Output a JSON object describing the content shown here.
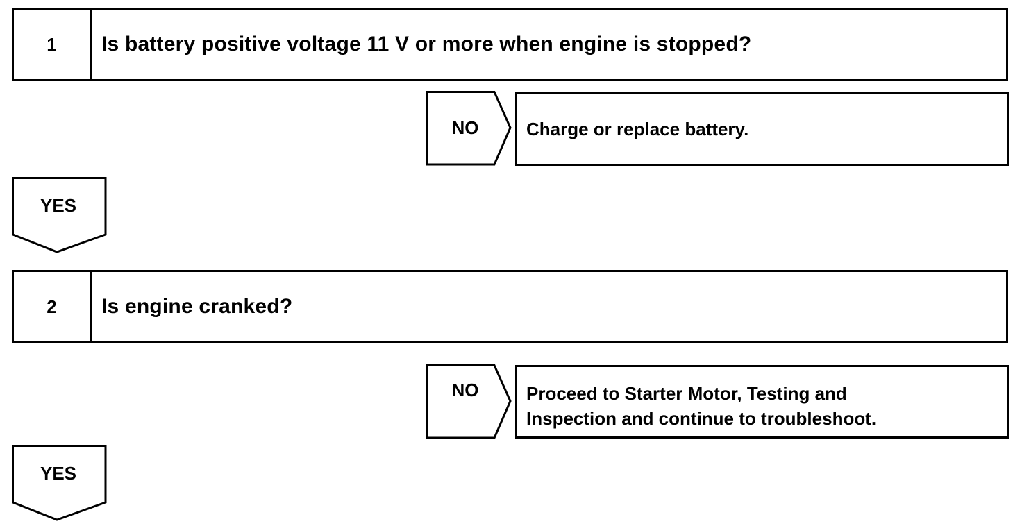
{
  "steps": [
    {
      "number": "1",
      "question": "Is battery positive voltage 11 V or more when engine is stopped?",
      "no_label": "NO",
      "no_action": "Charge or replace battery.",
      "yes_label": "YES"
    },
    {
      "number": "2",
      "question": "Is engine cranked?",
      "no_label": "NO",
      "no_action_line1": "Proceed to Starter Motor, Testing and",
      "no_action_line2": "Inspection and continue to troubleshoot.",
      "yes_label": "YES"
    }
  ]
}
